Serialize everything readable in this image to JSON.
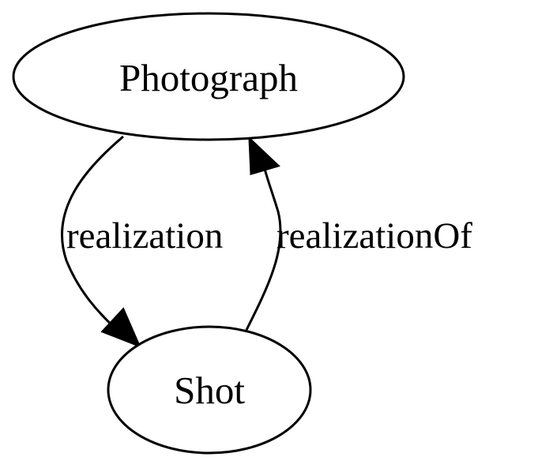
{
  "nodes": {
    "photograph": {
      "label": "Photograph"
    },
    "shot": {
      "label": "Shot"
    }
  },
  "edges": {
    "realization": {
      "label": "realization",
      "from": "Photograph",
      "to": "Shot"
    },
    "realization_of": {
      "label": "realizationOf",
      "from": "Shot",
      "to": "Photograph"
    }
  },
  "colors": {
    "stroke": "#000000",
    "background": "#ffffff",
    "text": "#000000"
  }
}
